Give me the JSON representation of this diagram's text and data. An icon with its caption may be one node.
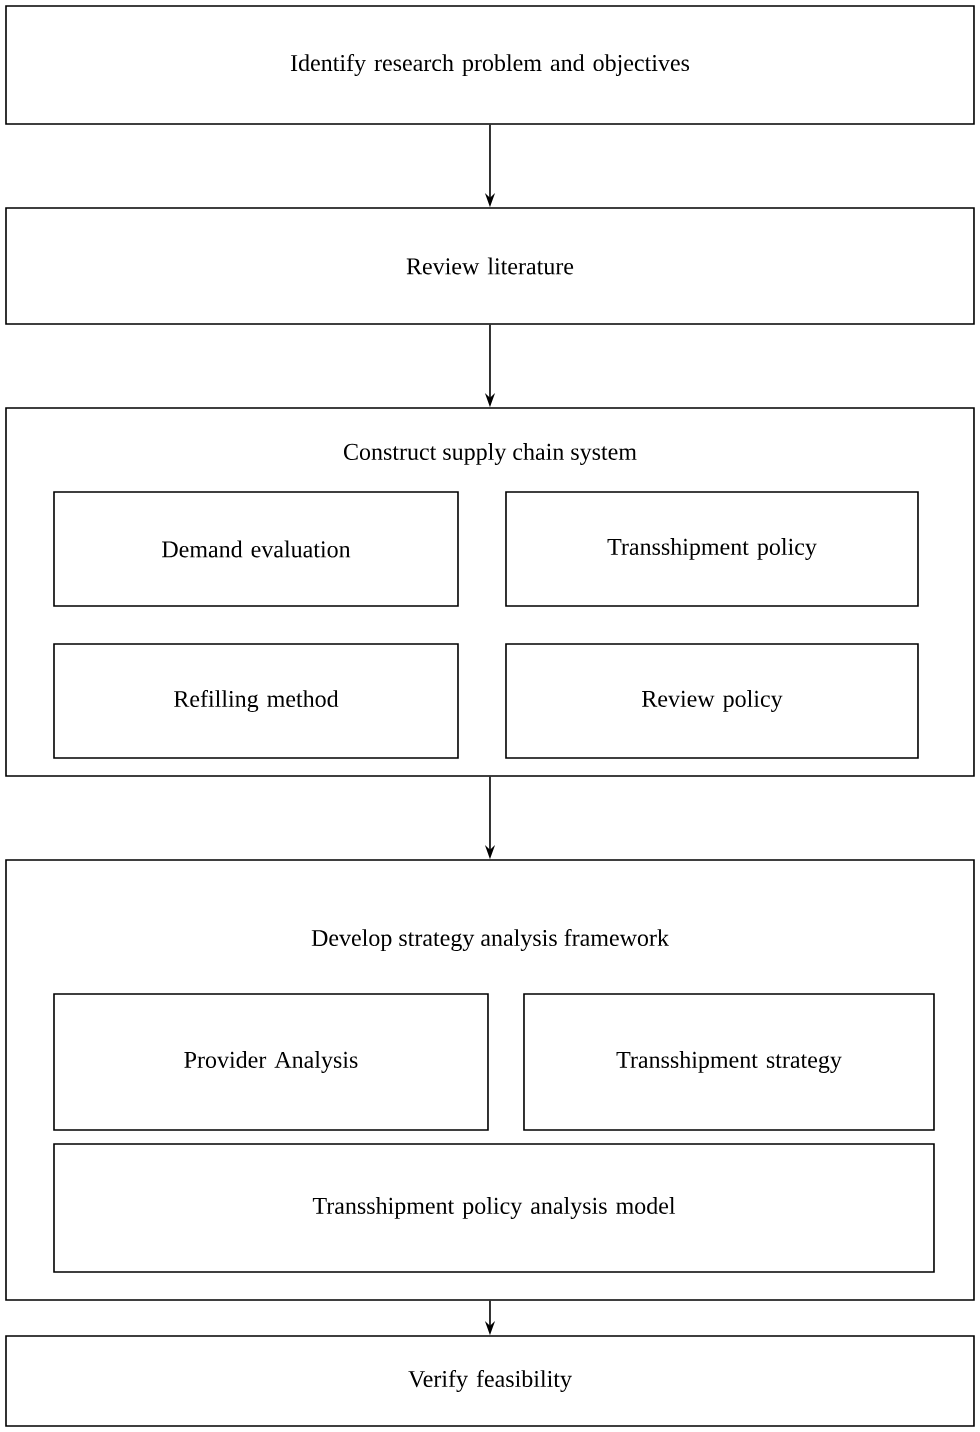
{
  "diagram": {
    "nodes": [
      {
        "text": [
          "Identify research problem and objectives"
        ]
      },
      {
        "text": [
          "Review literature"
        ]
      },
      {
        "text": [
          "Construct supply chain system"
        ]
      },
      {
        "text": [
          "Demand evaluation"
        ],
        "in": 2
      },
      {
        "text": [
          "Transshipment policy"
        ],
        "in": 2
      },
      {
        "text": [
          "Refilling method"
        ],
        "in": 2
      },
      {
        "text": [
          "Review policy"
        ],
        "in": 2
      },
      {
        "text": [
          "Develop strategy analysis framework"
        ]
      },
      {
        "text": [
          "Provider Analysis"
        ],
        "in": 7
      },
      {
        "text": [
          "Transshipment strategy"
        ],
        "in": 7
      },
      {
        "text": [
          "Transshipment policy analysis model"
        ],
        "in": 7
      },
      {
        "text": [
          "Verify feasibility"
        ]
      }
    ],
    "edges": [
      {
        "from": 0,
        "to": 1,
        "arrow": "to"
      },
      {
        "from": 1,
        "to": 2,
        "arrow": "to"
      },
      {
        "from": 2,
        "to": 7,
        "arrow": "to"
      },
      {
        "from": 7,
        "to": 11,
        "arrow": "to"
      }
    ]
  }
}
